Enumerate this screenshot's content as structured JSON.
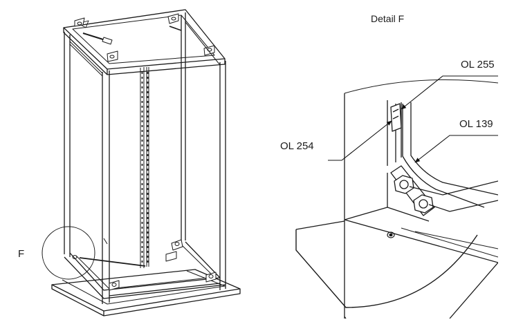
{
  "diagram": {
    "detail_marker": "F",
    "detail_title": "Detail F",
    "callouts": {
      "part_a": "OL 255",
      "part_b": "OL 139",
      "part_c": "OL 254"
    }
  }
}
